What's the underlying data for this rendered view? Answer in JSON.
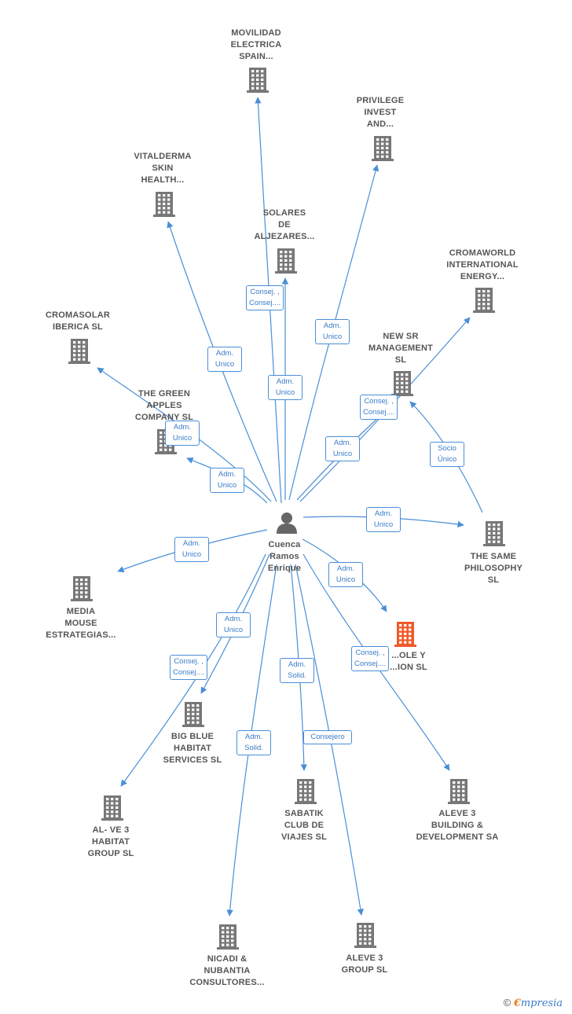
{
  "center": {
    "id": "center",
    "lines": [
      "Cuenca",
      "Ramos",
      "Enrique"
    ]
  },
  "nodes": [
    {
      "id": "movilidad",
      "lines": [
        "MOVILIDAD",
        "ELECTRICA",
        "SPAIN..."
      ],
      "color": "#777777"
    },
    {
      "id": "privilege",
      "lines": [
        "PRIVILEGE",
        "INVEST",
        "AND..."
      ],
      "color": "#777777"
    },
    {
      "id": "vitalderma",
      "lines": [
        "VITALDERMA",
        "SKIN",
        "HEALTH..."
      ],
      "color": "#777777"
    },
    {
      "id": "solares",
      "lines": [
        "SOLARES",
        "DE",
        "ALJEZARES..."
      ],
      "color": "#777777"
    },
    {
      "id": "cromaworld",
      "lines": [
        "CROMAWORLD",
        "INTERNATIONAL",
        "ENERGY..."
      ],
      "color": "#777777"
    },
    {
      "id": "cromasolar",
      "lines": [
        "CROMASOLAR",
        "IBERICA SL"
      ],
      "color": "#777777"
    },
    {
      "id": "newsr",
      "lines": [
        "NEW SR",
        "MANAGEMENT",
        "SL"
      ],
      "color": "#777777"
    },
    {
      "id": "greenapples",
      "lines": [
        "THE GREEN",
        "APPLES",
        "COMPANY SL"
      ],
      "color": "#777777"
    },
    {
      "id": "samephil",
      "lines": [
        "THE SAME",
        "PHILOSOPHY",
        "SL"
      ],
      "color": "#777777"
    },
    {
      "id": "mediamouse",
      "lines": [
        "MEDIA",
        "MOUSE",
        "ESTRATEGIAS..."
      ],
      "color": "#777777"
    },
    {
      "id": "main",
      "lines": [
        "...OLE Y",
        "...ION  SL"
      ],
      "color": "#f05a28"
    },
    {
      "id": "bigblue",
      "lines": [
        "BIG BLUE",
        "HABITAT",
        "SERVICES SL"
      ],
      "color": "#777777"
    },
    {
      "id": "alve3",
      "lines": [
        "AL- VE 3",
        "HABITAT",
        "GROUP SL"
      ],
      "color": "#777777"
    },
    {
      "id": "sabatik",
      "lines": [
        "SABATIK",
        "CLUB DE",
        "VIAJES  SL"
      ],
      "color": "#777777"
    },
    {
      "id": "aleve3bd",
      "lines": [
        "ALEVE 3",
        "BUILDING &",
        "DEVELOPMENT SA"
      ],
      "color": "#777777"
    },
    {
      "id": "nicadi",
      "lines": [
        "NICADI &",
        "NUBANTIA",
        "CONSULTORES..."
      ],
      "color": "#777777"
    },
    {
      "id": "aleve3g",
      "lines": [
        "ALEVE 3",
        "GROUP SL"
      ],
      "color": "#777777"
    }
  ],
  "relations": [
    {
      "id": "r_movilidad",
      "lines": [
        "Consej. ,",
        "Consej...."
      ]
    },
    {
      "id": "r_solares",
      "lines": [
        "Adm.",
        "Unico"
      ]
    },
    {
      "id": "r_privilege",
      "lines": [
        "Adm.",
        "Unico"
      ]
    },
    {
      "id": "r_vitalderma",
      "lines": [
        "Adm.",
        "Unico"
      ]
    },
    {
      "id": "r_cromasolar",
      "lines": [
        "Adm.",
        "Unico"
      ]
    },
    {
      "id": "r_greenapples",
      "lines": [
        "Adm.",
        "Unico"
      ]
    },
    {
      "id": "r_newsr",
      "lines": [
        "Adm.",
        "Unico"
      ]
    },
    {
      "id": "r_cromaworld",
      "lines": [
        "Consej. ,",
        "Consej...."
      ]
    },
    {
      "id": "r_samephil_newsr",
      "lines": [
        "Socio",
        "Único"
      ]
    },
    {
      "id": "r_samephil",
      "lines": [
        "Adm.",
        "Unico"
      ]
    },
    {
      "id": "r_mediamouse",
      "lines": [
        "Adm.",
        "Unico"
      ]
    },
    {
      "id": "r_main",
      "lines": [
        "Adm.",
        "Unico"
      ]
    },
    {
      "id": "r_aleve3bd",
      "lines": [
        "Consej. ,",
        "Consej...."
      ]
    },
    {
      "id": "r_bigblue",
      "lines": [
        "Adm.",
        "Unico"
      ]
    },
    {
      "id": "r_alve3",
      "lines": [
        "Consej. ,",
        "Consej...."
      ]
    },
    {
      "id": "r_sabatik",
      "lines": [
        "Adm.",
        "Solid."
      ]
    },
    {
      "id": "r_aleve3g",
      "lines": [
        "Consejero"
      ]
    },
    {
      "id": "r_nicadi",
      "lines": [
        "Adm.",
        "Solid."
      ]
    }
  ],
  "colors": {
    "edge": "#4a8fd6",
    "building": "#777777",
    "highlight": "#f05a28",
    "person": "#666666"
  },
  "brand": {
    "symbol": "©",
    "e": "€",
    "rest": "mpresia"
  }
}
